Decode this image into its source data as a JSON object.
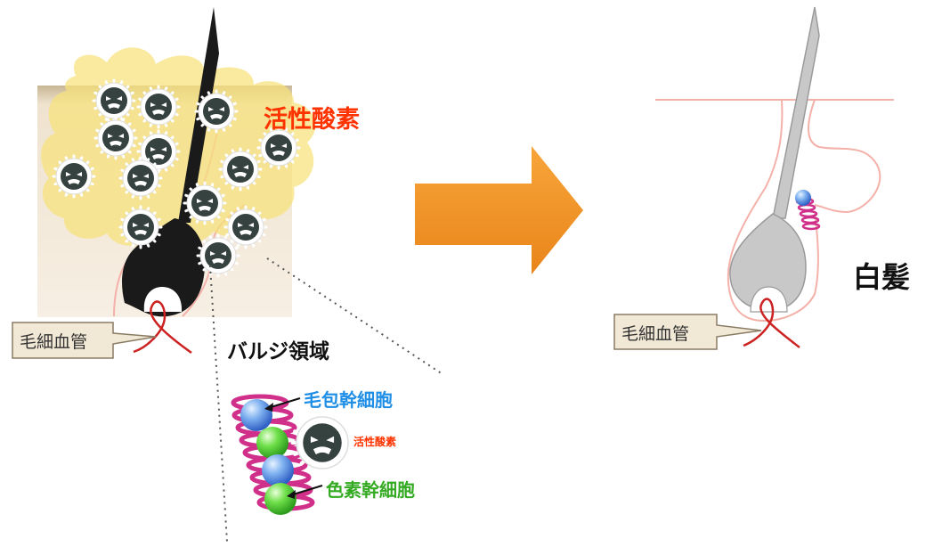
{
  "labels": {
    "ros_main": "活性酸素",
    "capillary_left": "毛細血管",
    "bulge_region": "バルジ領域",
    "hair_follicle_stem_cell": "毛包幹細胞",
    "ros_small": "活性酸素",
    "pigment_stem_cell": "色素幹細胞",
    "capillary_right": "毛細血管",
    "gray_hair": "白髪"
  },
  "colors": {
    "ros_text": "#ff3300",
    "follicle_stem_text": "#1e8ee6",
    "pigment_stem_text": "#33aa22",
    "arrow": "#f0901e",
    "ros_cloud": "#f6e27a",
    "skin": "#efe3cf",
    "hair_dark": "#1a1a1a",
    "hair_gray": "#c8c8c8",
    "capillary": "#cc2222",
    "coil": "#d0308a"
  },
  "icons": {
    "ros_virus": "virus-face-icon",
    "big_arrow": "right-arrow-icon"
  }
}
